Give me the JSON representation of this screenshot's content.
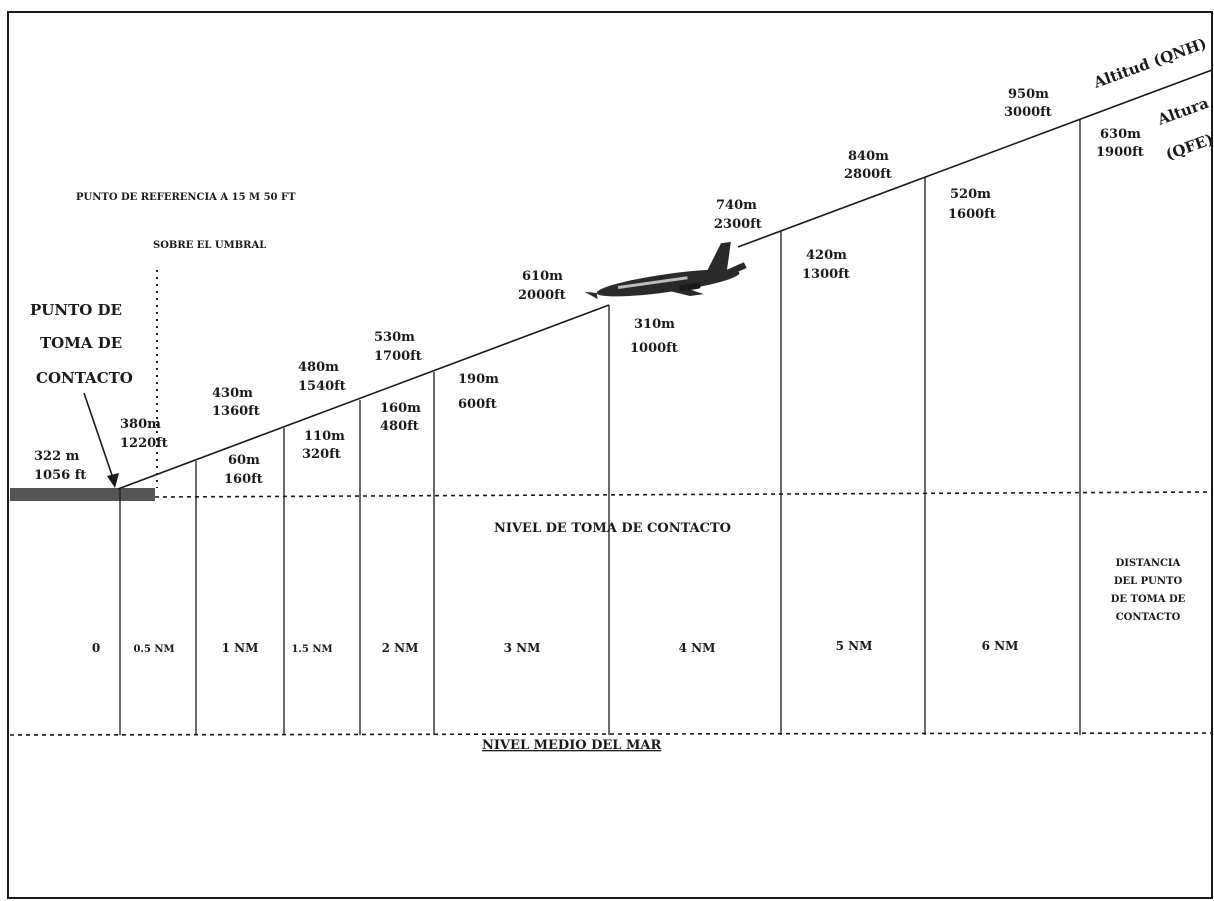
{
  "reference_point": {
    "line1": "PUNTO DE REFERENCIA A 15 M 50 FT",
    "line2": "SOBRE EL UMBRAL"
  },
  "touchdown_point": {
    "line1": "PUNTO DE",
    "line2": "TOMA DE",
    "line3": "CONTACTO"
  },
  "curve_labels": {
    "altitud": "Altitud (QNH)",
    "altura_1": "Altura",
    "altura_2": "(QFE)"
  },
  "touchdown_level": "NIVEL DE TOMA DE CONTACTO",
  "sea_level": "NIVEL MEDIO DEL MAR",
  "distance_caption": {
    "line1": "DISTANCIA",
    "line2": "DEL PUNTO",
    "line3": "DE TOMA DE",
    "line4": "CONTACTO"
  },
  "distances": [
    "0",
    "0.5 NM",
    "1 NM",
    "1.5 NM",
    "2 NM",
    "3 NM",
    "4 NM",
    "5 NM",
    "6 NM"
  ],
  "altitudes_qnh": [
    {
      "m": "322 m",
      "ft": "1056 ft"
    },
    {
      "m": "380m",
      "ft": "1220ft"
    },
    {
      "m": "430m",
      "ft": "1360ft"
    },
    {
      "m": "480m",
      "ft": "1540ft"
    },
    {
      "m": "530m",
      "ft": "1700ft"
    },
    {
      "m": "610m",
      "ft": "2000ft"
    },
    {
      "m": "740m",
      "ft": "2300ft"
    },
    {
      "m": "840m",
      "ft": "2800ft"
    },
    {
      "m": "950m",
      "ft": "3000ft"
    }
  ],
  "heights_qfe": [
    {
      "m": "60m",
      "ft": "160ft"
    },
    {
      "m": "110m",
      "ft": "320ft"
    },
    {
      "m": "160m",
      "ft": "480ft"
    },
    {
      "m": "190m",
      "ft": "600ft"
    },
    {
      "m": "310m",
      "ft": "1000ft"
    },
    {
      "m": "420m",
      "ft": "1300ft"
    },
    {
      "m": "520m",
      "ft": "1600ft"
    },
    {
      "m": "630m",
      "ft": "1900ft"
    }
  ],
  "colors": {
    "ink": "#1a1a1a",
    "runway": "#555555",
    "paper": "#ffffff"
  }
}
